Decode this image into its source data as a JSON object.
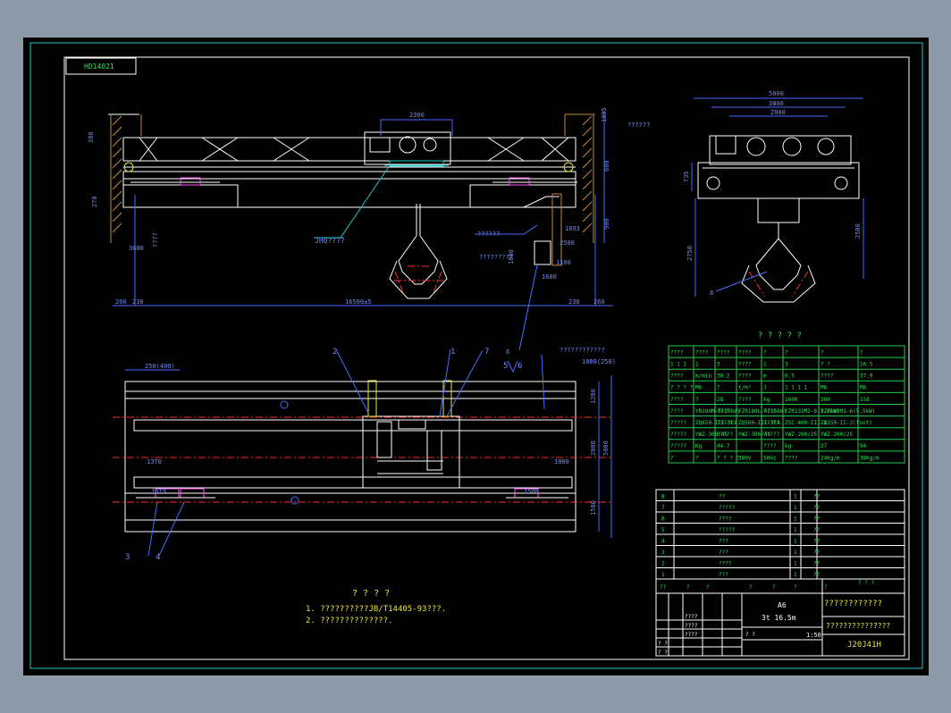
{
  "drawing": {
    "code_box": "HD14021",
    "note_title": "? ? ? ?",
    "notes": [
      "1. ??????????JB/T14405-93???.",
      "2. ??????????????."
    ],
    "front_view": {
      "dims": [
        "2300",
        "1895",
        "380",
        "270",
        "1893",
        "2500",
        "600",
        "900",
        "1100",
        "1600",
        "3600",
        "16500±5",
        "230",
        "230",
        "260",
        "260",
        "1800"
      ],
      "labels": [
        "JHQ????",
        "??????",
        "????",
        "?????????",
        "??????"
      ],
      "callout": "6"
    },
    "side_view": {
      "dims": [
        "5000",
        "3800",
        "2000",
        "735",
        "2750",
        "2500"
      ],
      "callout": "8"
    },
    "plan_view": {
      "dims": [
        "250(400)",
        "1370",
        "1200",
        "2000",
        "5000",
        "1080",
        "1500",
        "1619",
        "1903",
        "1000(250)"
      ],
      "callouts": [
        "1",
        "2",
        "3",
        "4",
        "5",
        "6",
        "7"
      ],
      "note": "????????????"
    },
    "spec_table": {
      "title": "? ? ? ? ?",
      "rows": [
        [
          "????",
          "????",
          "????",
          "????",
          "?",
          "?",
          "?",
          "?"
        ],
        [
          "1 1 1",
          "1",
          "3",
          "????",
          "1",
          "3",
          "? ?",
          "16.5"
        ],
        [
          "????",
          "m/min",
          "30.2",
          "????",
          "m",
          "0.5",
          "????",
          "37.9"
        ],
        [
          "? ? ? ?",
          "M6",
          "?",
          "t/m³",
          "J",
          "1 1 1 1",
          "M6",
          "M6"
        ],
        [
          "????",
          "?",
          "28",
          "????",
          "kg",
          "1600",
          "300",
          "158"
        ],
        [
          "????",
          "YR280M-8(25kW)",
          "????",
          "YZR180L-6(15kW)",
          "????",
          "YZR132M2-6(3.7kW)",
          "YZR160M1-6(5.5kW)",
          ""
        ],
        [
          "?????",
          "ZQ650-III-3CA",
          "?????",
          "ZQ500-III-3CA",
          "?????",
          "ZSC-400-III-1",
          "ZQ350-II-3(foot)",
          ""
        ],
        [
          "?????",
          "YWZ-300/45",
          "?????",
          "YWZ-300/45",
          "?????",
          "YWZ-200/25",
          "YWZ-200/25",
          ""
        ],
        [
          "?????",
          "Kg",
          "44.7",
          "",
          "????",
          "kg",
          "37",
          "94"
        ],
        [
          "?",
          "?",
          "? ? ? ?",
          "380V",
          "50Hz",
          "????",
          "24Kg/m",
          "38Kg/m"
        ]
      ]
    },
    "parts_table": {
      "rows": [
        [
          "8",
          "??",
          "1",
          "??"
        ],
        [
          "7",
          "?????",
          "1",
          "??"
        ],
        [
          "6",
          "????",
          "1",
          "??"
        ],
        [
          "5",
          "?????",
          "1",
          "??"
        ],
        [
          "4",
          "???",
          "1",
          "??"
        ],
        [
          "3",
          "???",
          "1",
          "??"
        ],
        [
          "2",
          "????",
          "1",
          "??"
        ],
        [
          "1",
          "???",
          "1",
          "??"
        ]
      ],
      "header": [
        "??",
        "?",
        "?",
        "?",
        "?",
        "?",
        "?",
        "?",
        "?",
        "?",
        "? ? ?"
      ]
    },
    "title_block": {
      "grade": "A6",
      "capacity": "3t  16.5m",
      "company": "????????????",
      "drawing_name": "???????????????",
      "drawing_no": "J20J41H",
      "scale": "1:50",
      "meta_labels": [
        "????",
        "????",
        "????",
        "? ?",
        "? ?",
        "? ?"
      ]
    }
  }
}
